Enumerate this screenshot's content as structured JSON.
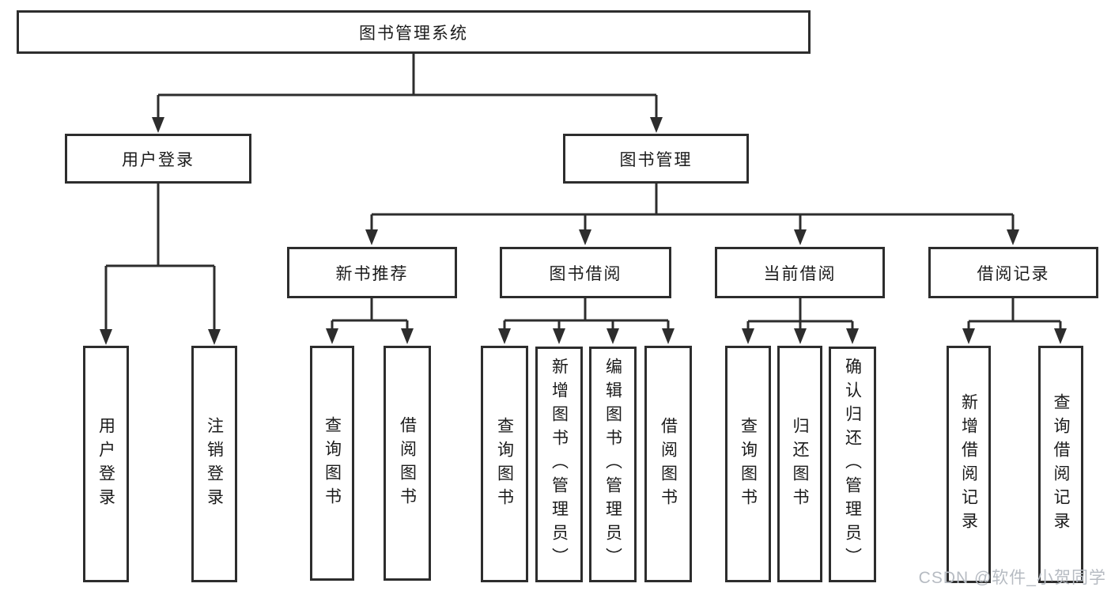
{
  "diagram": {
    "root": {
      "label": "图书管理系统"
    },
    "branches": [
      {
        "label": "用户登录",
        "leaves": [
          {
            "label": "用户登录"
          },
          {
            "label": "注销登录"
          }
        ]
      },
      {
        "label": "图书管理",
        "groups": [
          {
            "label": "新书推荐",
            "leaves": [
              {
                "label": "查询图书"
              },
              {
                "label": "借阅图书"
              }
            ]
          },
          {
            "label": "图书借阅",
            "leaves": [
              {
                "label": "查询图书"
              },
              {
                "label": "新增图书（管理员）"
              },
              {
                "label": "编辑图书（管理员）"
              },
              {
                "label": "借阅图书"
              }
            ]
          },
          {
            "label": "当前借阅",
            "leaves": [
              {
                "label": "查询图书"
              },
              {
                "label": "归还图书"
              },
              {
                "label": "确认归还（管理员）"
              }
            ]
          },
          {
            "label": "借阅记录",
            "leaves": [
              {
                "label": "新增借阅记录"
              },
              {
                "label": "查询借阅记录"
              }
            ]
          }
        ]
      }
    ]
  },
  "watermark": {
    "text": "CSDN @软件_小贺同学"
  },
  "colors": {
    "line": "#2d2d2d",
    "box_border": "#2d2d2d",
    "text": "#1b1b1b",
    "watermark": "#b6bbc2",
    "background": "#ffffff"
  }
}
